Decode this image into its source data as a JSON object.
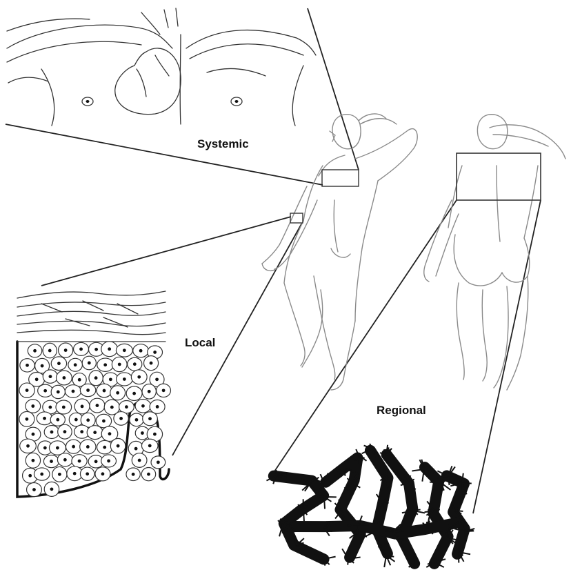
{
  "labels": {
    "systemic": "Systemic",
    "local": "Local",
    "regional": "Regional"
  },
  "colors": {
    "ink": "#111111",
    "figure_outline": "#8a8a8a",
    "background": "#ffffff"
  }
}
